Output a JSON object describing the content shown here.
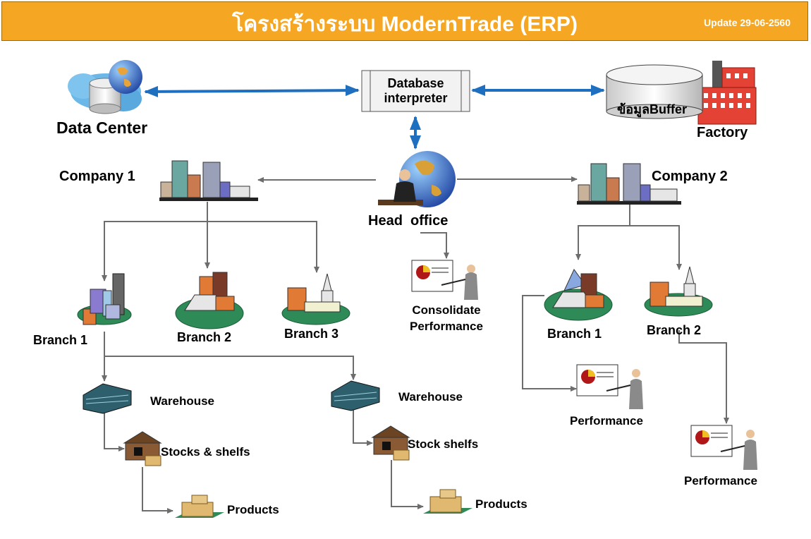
{
  "header": {
    "title": "โครงสร้างระบบ ModernTrade (ERP)",
    "update": "Update 29-06-2560"
  },
  "nodes": {
    "data_center": "Data Center",
    "db_interpreter": "Database\ninterpreter",
    "buffer": "ข้อมูลBuffer",
    "factory": "Factory",
    "company1": "Company 1",
    "company2": "Company 2",
    "head_office": "Head  office",
    "consolidate": "Consolidate\nPerformance",
    "c1_branch1": "Branch 1",
    "c1_branch2": "Branch 2",
    "c1_branch3": "Branch 3",
    "c2_branch1": "Branch 1",
    "c2_branch2": "Branch 2",
    "warehouse_a": "Warehouse",
    "warehouse_b": "Warehouse",
    "stocks_a": "Stocks & shelfs",
    "stocks_b": "Stock shelfs",
    "products_a": "Products",
    "products_b": "Products",
    "performance_a": "Performance",
    "performance_b": "Performance"
  },
  "colors": {
    "header_bg": "#f5a623",
    "link_blue": "#1f6fc0",
    "flow_gray": "#6d6d6d"
  },
  "icons": [
    "globe-icon",
    "cylinder-database-icon",
    "factory-icon",
    "city-icon",
    "businessman-globe-icon",
    "presenter-chart-icon",
    "buildings-icon",
    "church-icon",
    "warehouse-icon",
    "shed-icon",
    "pallet-icon"
  ]
}
